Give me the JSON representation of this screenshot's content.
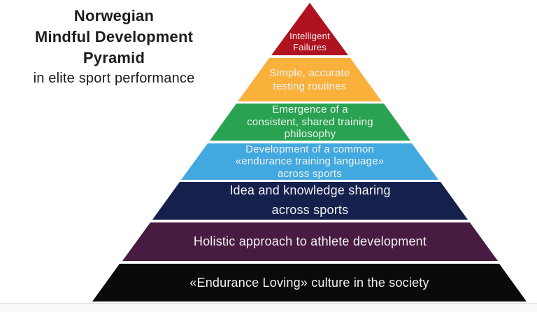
{
  "title": {
    "heading": "Norwegian\nMindful Development\nPyramid",
    "subtitle": "in elite sport performance",
    "text_color": "#1c1c1c"
  },
  "pyramid": {
    "label_color": "#f2f2f2",
    "layers": [
      {
        "id": "intelligent-failures",
        "label": "Intelligent\nFailures",
        "color": "#b01320"
      },
      {
        "id": "testing-routines",
        "label": "Simple, accurate\ntesting routines",
        "color": "#f9b13c"
      },
      {
        "id": "training-philosophy",
        "label": "Emergence of a\nconsistent, shared training\nphilosophy",
        "color": "#29a351"
      },
      {
        "id": "endurance-language",
        "label": "Development of a common\n«endurance training language»\nacross sports",
        "color": "#42a8e0"
      },
      {
        "id": "knowledge-sharing",
        "label": "Idea and knowledge sharing\nacross sports",
        "color": "#15204d"
      },
      {
        "id": "holistic-approach",
        "label": "Holistic approach to athlete development",
        "color": "#481b42"
      },
      {
        "id": "endurance-culture",
        "label": "«Endurance Loving» culture in the society",
        "color": "#0a0a0a"
      }
    ]
  }
}
